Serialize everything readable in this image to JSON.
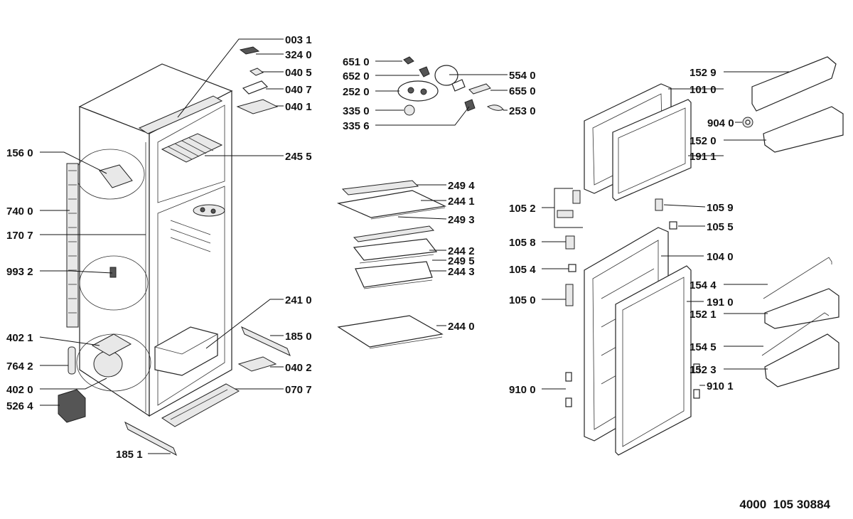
{
  "document_code": "4000  105 30884",
  "labels": {
    "p0031": "003 1",
    "p3240": "324 0",
    "p0405": "040 5",
    "p0407": "040 7",
    "p0401": "040 1",
    "p1560": "156 0",
    "p2455": "245 5",
    "p7400": "740 0",
    "p1707": "170 7",
    "p9932": "993 2",
    "p2410": "241 0",
    "p4021": "402 1",
    "p1850": "185 0",
    "p7642": "764 2",
    "p0402": "040 2",
    "p4020": "402 0",
    "p0707": "070 7",
    "p5264": "526 4",
    "p1851": "185 1",
    "p6510": "651 0",
    "p6520": "652 0",
    "p2520": "252 0",
    "p3350": "335 0",
    "p3356": "335 6",
    "p5540": "554 0",
    "p6550": "655 0",
    "p2530": "253 0",
    "p2494": "249 4",
    "p2441": "244 1",
    "p2493": "249 3",
    "p2442": "244 2",
    "p2495": "249 5",
    "p2443": "244 3",
    "p2440": "244 0",
    "p1529": "152 9",
    "p1010": "101 0",
    "p9040": "904 0",
    "p1520": "152 0",
    "p1911": "191 1",
    "p1052": "105 2",
    "p1059": "105 9",
    "p1055": "105 5",
    "p1058": "105 8",
    "p1040": "104 0",
    "p1054": "105 4",
    "p1544": "154 4",
    "p1050": "105 0",
    "p1910": "191 0",
    "p1521": "152 1",
    "p1545": "154 5",
    "p1523": "152 3",
    "p9100": "910 0",
    "p9101": "910 1"
  }
}
